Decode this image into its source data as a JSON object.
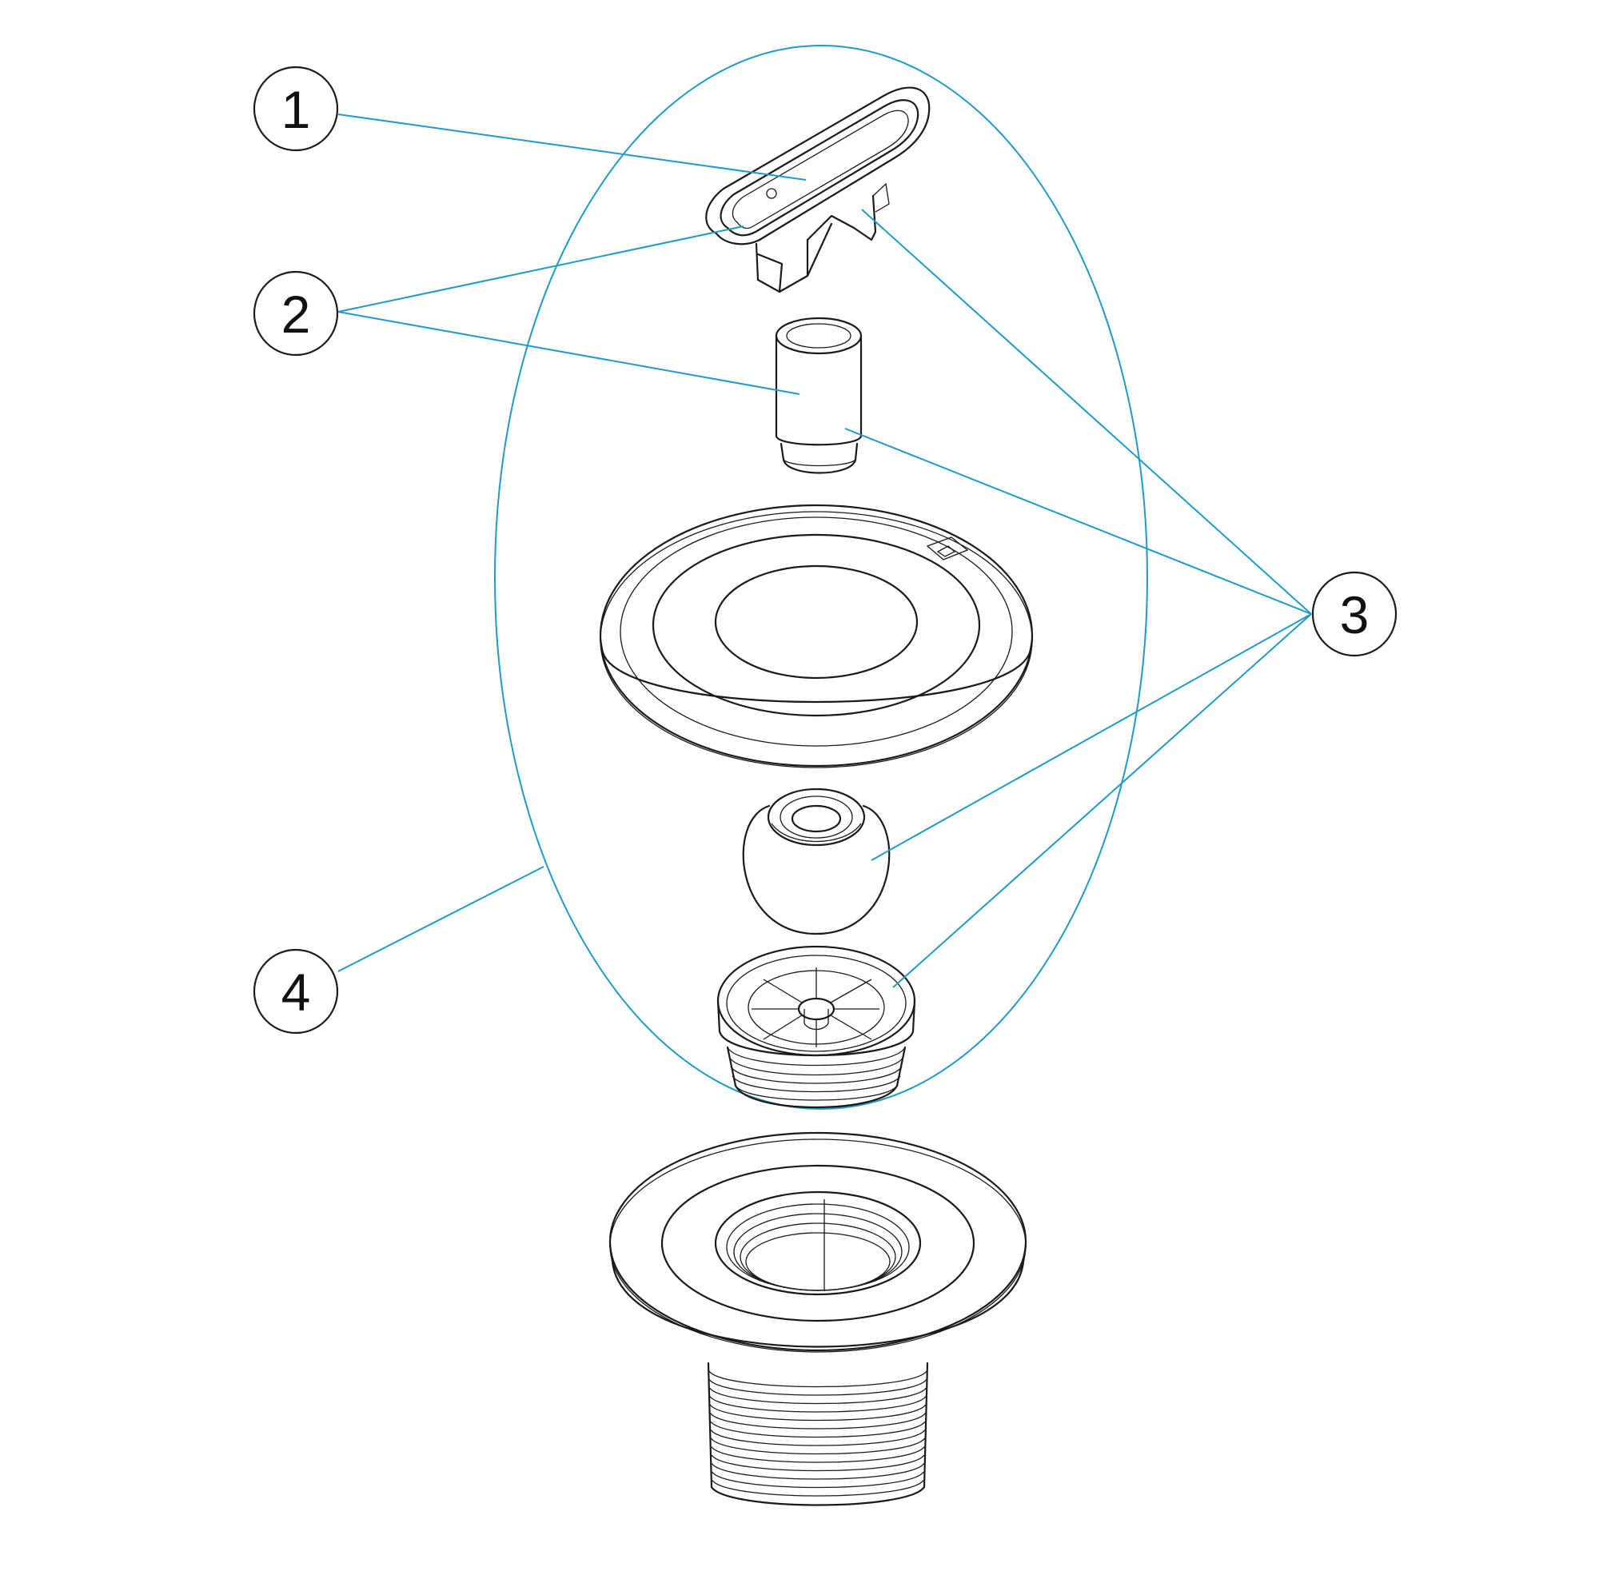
{
  "colors": {
    "leader": "#1f9bc9",
    "outline": "#1a1a1a",
    "background": "#ffffff"
  },
  "callouts": [
    {
      "label": "1"
    },
    {
      "label": "2"
    },
    {
      "label": "3"
    },
    {
      "label": "4"
    }
  ]
}
